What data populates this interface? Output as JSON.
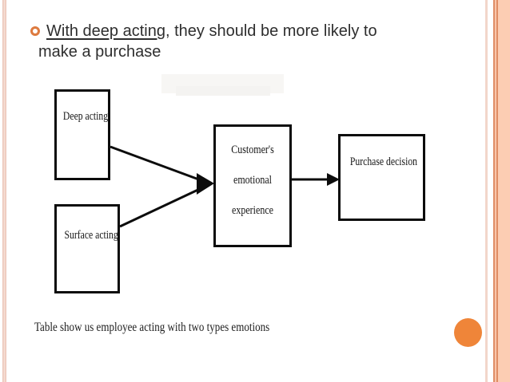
{
  "slide": {
    "bullet_item": {
      "lead": "With deep acting",
      "rest_line1": ", they should be more likely to",
      "line2": "make a purchase"
    },
    "caption": "Table show us employee acting with two types emotions",
    "colors": {
      "accent_orange": "#EF8539",
      "bullet_ring": "#DD7A3F",
      "edge_stripe_pink": "#F2D6CA",
      "edge_band_peach": "#FCCDB3",
      "edge_band_line": "#E08D66",
      "heading_text": "#2E2E2E",
      "diagram_ink": "#0C0C0C"
    }
  },
  "diagram": {
    "deep_box": "Deep acting",
    "surface_box": "Surface acting",
    "middle_box_lines": [
      "Customer's",
      "emotional",
      "experience"
    ],
    "purchase_box": "Purchase decision"
  }
}
